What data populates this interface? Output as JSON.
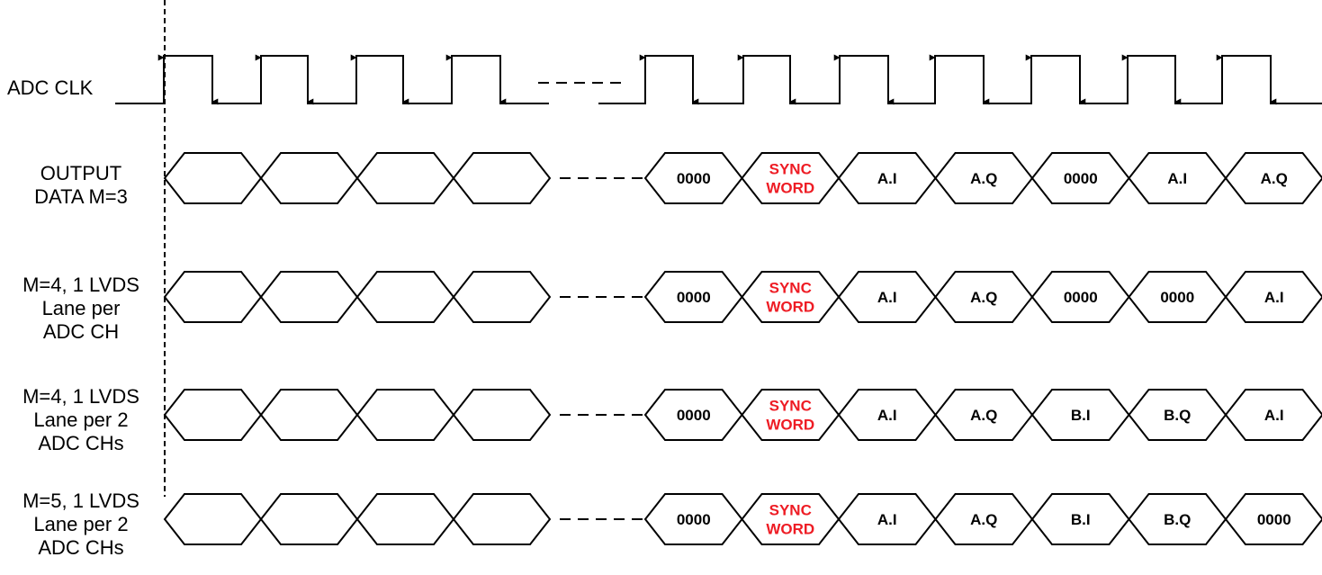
{
  "clock": {
    "label": "ADC CLK"
  },
  "rows": [
    {
      "label_lines": [
        "OUTPUT",
        "DATA M=3"
      ],
      "cells": [
        {
          "lines": [
            "0000"
          ],
          "sync": false
        },
        {
          "lines": [
            "SYNC",
            "WORD"
          ],
          "sync": true
        },
        {
          "lines": [
            "A.I"
          ],
          "sync": false
        },
        {
          "lines": [
            "A.Q"
          ],
          "sync": false
        },
        {
          "lines": [
            "0000"
          ],
          "sync": false
        },
        {
          "lines": [
            "A.I"
          ],
          "sync": false
        },
        {
          "lines": [
            "A.Q"
          ],
          "sync": false
        }
      ]
    },
    {
      "label_lines": [
        "M=4, 1 LVDS",
        "Lane per",
        "ADC CH"
      ],
      "cells": [
        {
          "lines": [
            "0000"
          ],
          "sync": false
        },
        {
          "lines": [
            "SYNC",
            "WORD"
          ],
          "sync": true
        },
        {
          "lines": [
            "A.I"
          ],
          "sync": false
        },
        {
          "lines": [
            "A.Q"
          ],
          "sync": false
        },
        {
          "lines": [
            "0000"
          ],
          "sync": false
        },
        {
          "lines": [
            "0000"
          ],
          "sync": false
        },
        {
          "lines": [
            "A.I"
          ],
          "sync": false
        }
      ]
    },
    {
      "label_lines": [
        "M=4, 1 LVDS",
        "Lane per 2",
        "ADC CHs"
      ],
      "cells": [
        {
          "lines": [
            "0000"
          ],
          "sync": false
        },
        {
          "lines": [
            "SYNC",
            "WORD"
          ],
          "sync": true
        },
        {
          "lines": [
            "A.I"
          ],
          "sync": false
        },
        {
          "lines": [
            "A.Q"
          ],
          "sync": false
        },
        {
          "lines": [
            "B.I"
          ],
          "sync": false
        },
        {
          "lines": [
            "B.Q"
          ],
          "sync": false
        },
        {
          "lines": [
            "A.I"
          ],
          "sync": false
        }
      ]
    },
    {
      "label_lines": [
        "M=5, 1 LVDS",
        "Lane per 2",
        "ADC CHs"
      ],
      "cells": [
        {
          "lines": [
            "0000"
          ],
          "sync": false
        },
        {
          "lines": [
            "SYNC",
            "WORD"
          ],
          "sync": true
        },
        {
          "lines": [
            "A.I"
          ],
          "sync": false
        },
        {
          "lines": [
            "A.Q"
          ],
          "sync": false
        },
        {
          "lines": [
            "B.I"
          ],
          "sync": false
        },
        {
          "lines": [
            "B.Q"
          ],
          "sync": false
        },
        {
          "lines": [
            "0000"
          ],
          "sync": false
        }
      ]
    }
  ],
  "colors": {
    "line": "#000000",
    "sync_text": "#ee1c24",
    "text": "#000000"
  }
}
